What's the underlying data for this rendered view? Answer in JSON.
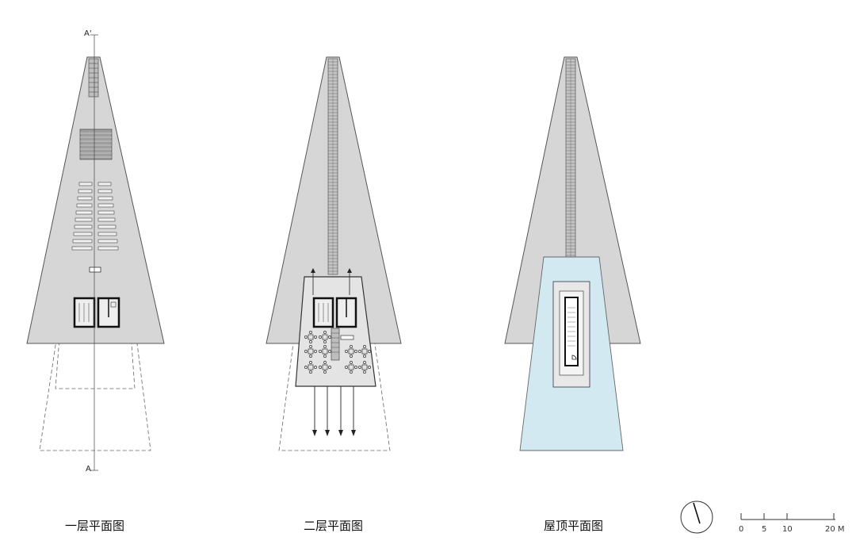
{
  "plans": [
    {
      "title": "一层平面图"
    },
    {
      "title": "二层平面图"
    },
    {
      "title": "屋顶平面图"
    }
  ],
  "section": {
    "top_label": "A'",
    "bottom_label": "A"
  },
  "scale_bar": {
    "ticks": [
      "0",
      "5",
      "10",
      "20 M"
    ]
  },
  "colors": {
    "wall": "#d6d6d6",
    "outline": "#555555",
    "roof": "#d2e9f2",
    "floor": "#e4e4e4"
  }
}
